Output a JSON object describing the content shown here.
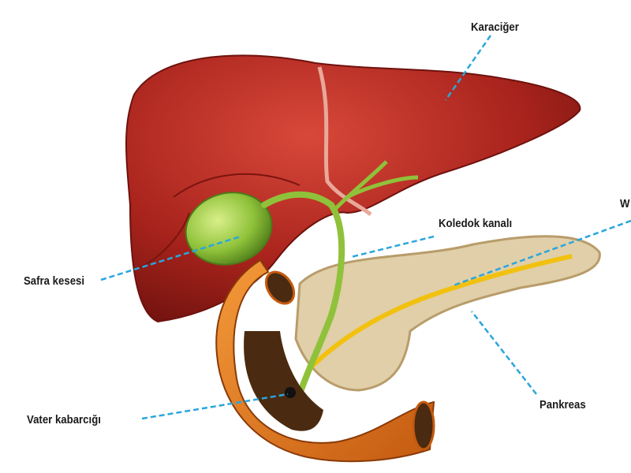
{
  "labels": {
    "liver": "Karaciğer",
    "bile_duct": "Koledok kanalı",
    "pancreatic_duct": "W",
    "gallbladder": "Safra kesesi",
    "ampulla": "Vater kabarcığı",
    "pancreas": "Pankreas"
  },
  "colors": {
    "leader_line": "#2aa6dc",
    "liver": "#a8231c",
    "gallbladder": "#8fc23a",
    "pancreas": "#e0cfa8",
    "duodenum": "#e0741c",
    "duct": "#f2c10f"
  }
}
